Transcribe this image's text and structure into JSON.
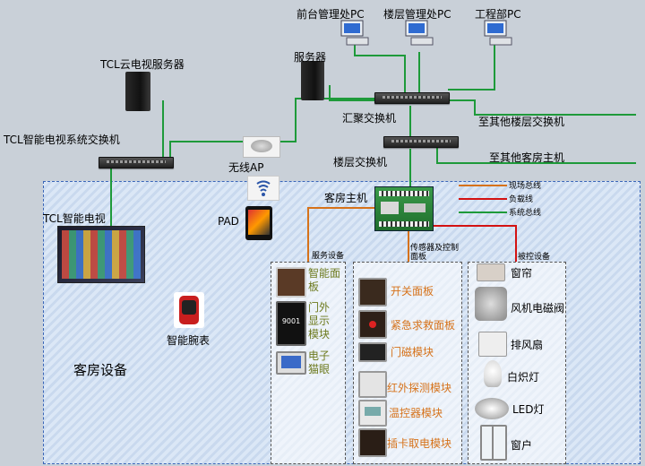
{
  "top": {
    "pc_front_desk": "前台管理处PC",
    "pc_floor": "楼层管理处PC",
    "pc_engineering": "工程部PC",
    "tcl_cloud_server": "TCL云电视服务器",
    "server": "服务器",
    "core_switch": "汇聚交换机",
    "to_other_floor_switch": "至其他楼层交换机",
    "tcl_tv_switch": "TCL智能电视系统交换机",
    "wireless_ap": "无线AP",
    "floor_switch": "楼层交换机",
    "to_other_room_host": "至其他客房主机"
  },
  "room": {
    "title": "客房设备",
    "host": "客房主机",
    "tcl_tv": "TCL智能电视",
    "pad": "PAD",
    "watch": "智能腕表"
  },
  "legend": [
    {
      "label": "现场总线",
      "color": "#d6721a"
    },
    {
      "label": "负载线",
      "color": "#d31212"
    },
    {
      "label": "系统总线",
      "color": "#1e9a3a"
    }
  ],
  "service_panel": {
    "title": "服务设备",
    "items": [
      "智能面板",
      "门外显示模块",
      "电子猫眼"
    ],
    "door_number": "9001"
  },
  "sensor_panel": {
    "title": "传感器及控制面板",
    "items": [
      "开关面板",
      "紧急求救面板",
      "门磁模块",
      "红外探测模块",
      "温控器模块",
      "插卡取电模块"
    ]
  },
  "controlled_panel": {
    "title": "被控设备",
    "items": [
      "窗帘",
      "风机电磁阀",
      "排风扇",
      "白炽灯",
      "LED灯",
      "窗户"
    ]
  },
  "colors": {
    "system_bus": "#1e9a3a",
    "field_bus": "#d6721a",
    "load_line": "#d31212"
  }
}
